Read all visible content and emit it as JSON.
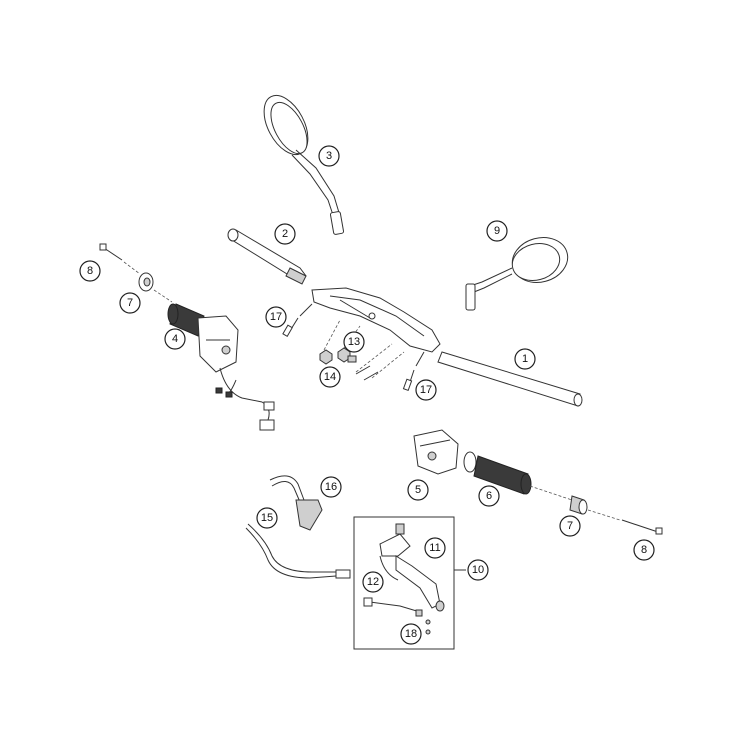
{
  "callouts": [
    {
      "label": "1"
    },
    {
      "label": "2"
    },
    {
      "label": "3"
    },
    {
      "label": "4"
    },
    {
      "label": "5"
    },
    {
      "label": "6"
    },
    {
      "label": "7"
    },
    {
      "label": "7"
    },
    {
      "label": "8"
    },
    {
      "label": "8"
    },
    {
      "label": "9"
    },
    {
      "label": "10"
    },
    {
      "label": "11"
    },
    {
      "label": "12"
    },
    {
      "label": "13"
    },
    {
      "label": "14"
    },
    {
      "label": "15"
    },
    {
      "label": "16"
    },
    {
      "label": "17"
    },
    {
      "label": "17"
    },
    {
      "label": "18"
    }
  ]
}
